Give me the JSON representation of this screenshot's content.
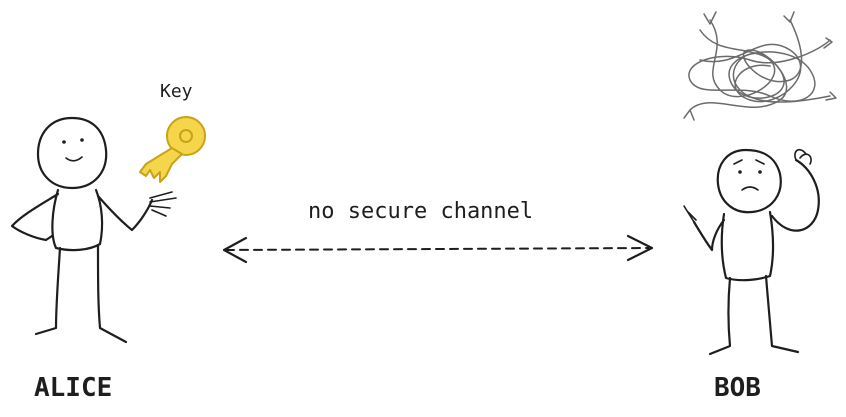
{
  "labels": {
    "alice": "ALICE",
    "bob": "BOB",
    "key": "Key",
    "channel": "no secure channel"
  },
  "icons": {
    "key": "key-icon",
    "confusion": "scribble-icon"
  },
  "colors": {
    "ink": "#1e1e1e",
    "key_fill": "#f5d54a",
    "key_stroke": "#c9a317",
    "scribble": "#6b6b6b"
  }
}
